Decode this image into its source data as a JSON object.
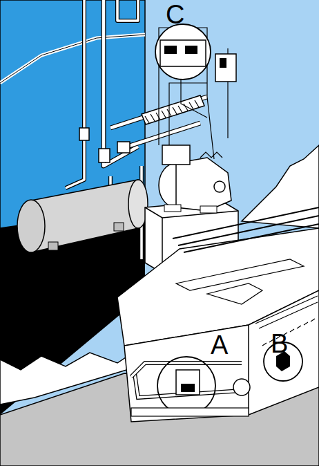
{
  "diagram": {
    "labels": [
      "C",
      "A",
      "B"
    ]
  }
}
